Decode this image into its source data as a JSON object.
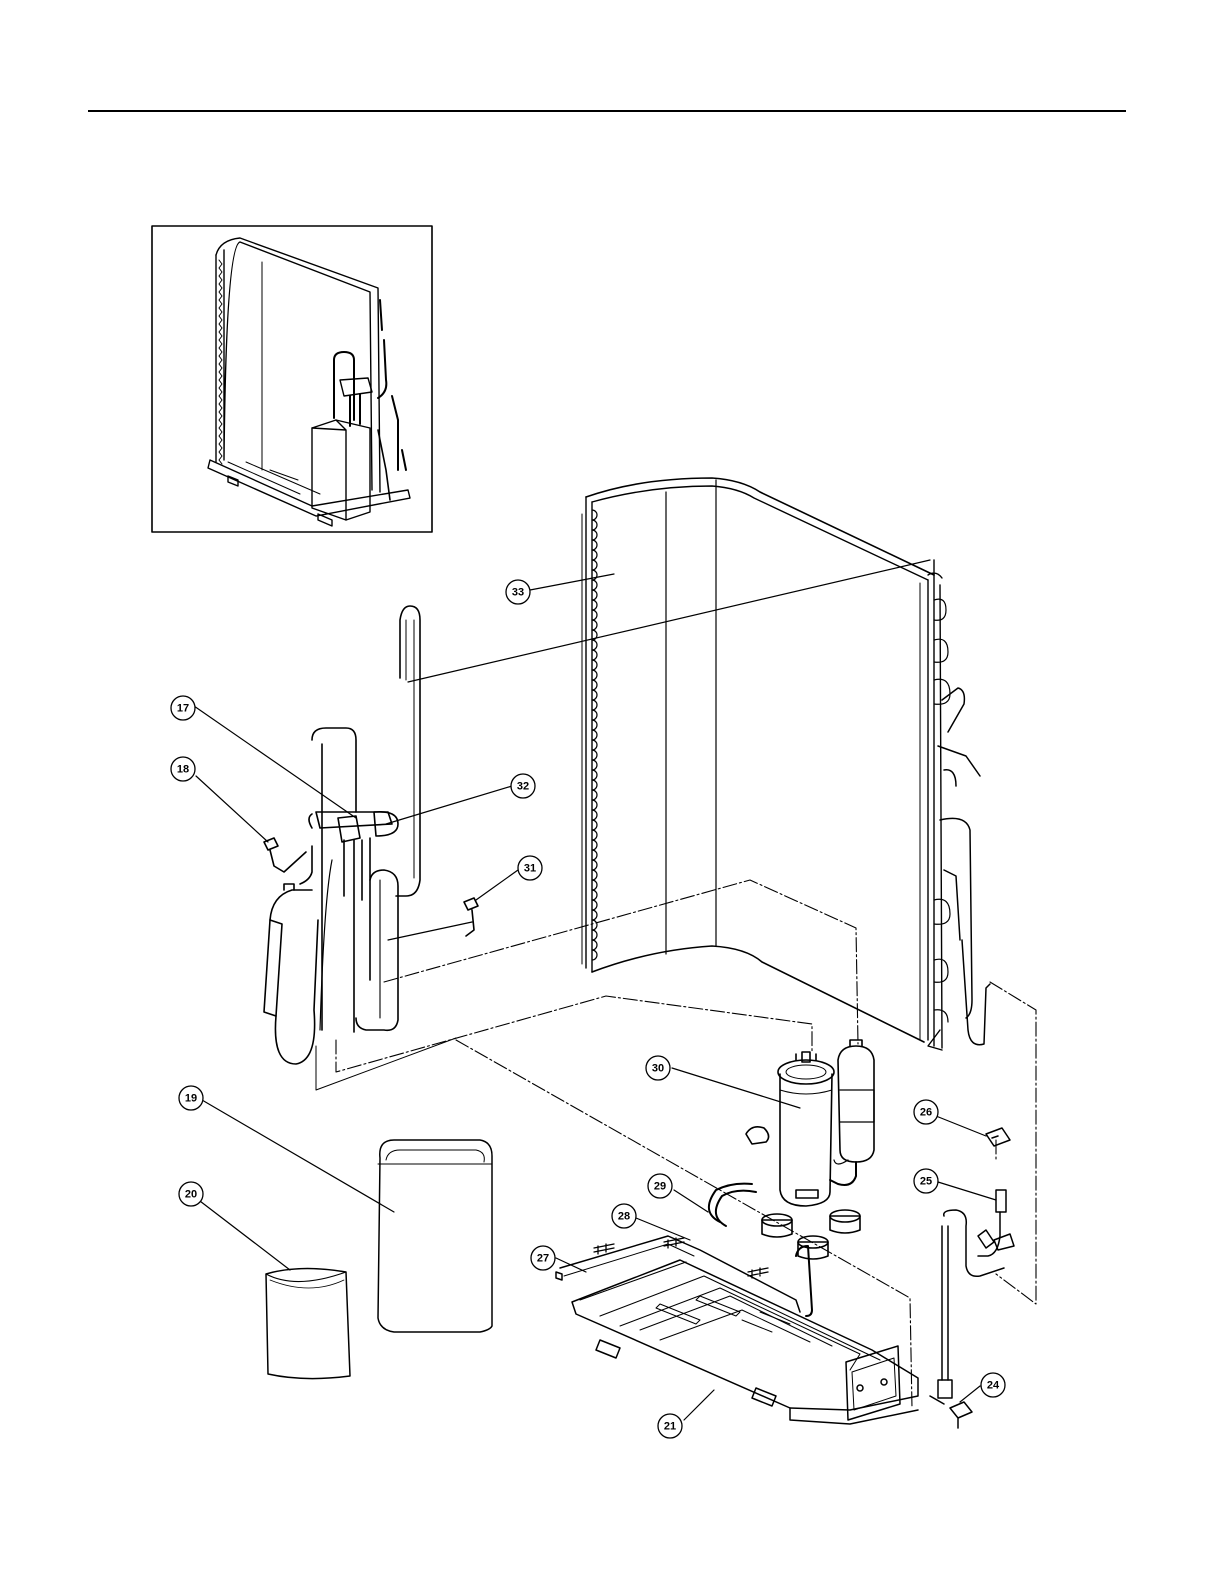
{
  "callouts": [
    {
      "id": "c17",
      "label": "17"
    },
    {
      "id": "c18",
      "label": "18"
    },
    {
      "id": "c19",
      "label": "19"
    },
    {
      "id": "c20",
      "label": "20"
    },
    {
      "id": "c24",
      "label": "24"
    },
    {
      "id": "c25",
      "label": "25"
    },
    {
      "id": "c26",
      "label": "26"
    },
    {
      "id": "c27",
      "label": "27"
    },
    {
      "id": "c28",
      "label": "28"
    },
    {
      "id": "c29",
      "label": "29"
    },
    {
      "id": "c30",
      "label": "30"
    },
    {
      "id": "c31",
      "label": "31"
    },
    {
      "id": "c32",
      "label": "32"
    },
    {
      "id": "c33",
      "label": "33"
    },
    {
      "id": "c21",
      "label": "21"
    }
  ],
  "colors": {
    "line": "#000000",
    "background": "#ffffff"
  }
}
